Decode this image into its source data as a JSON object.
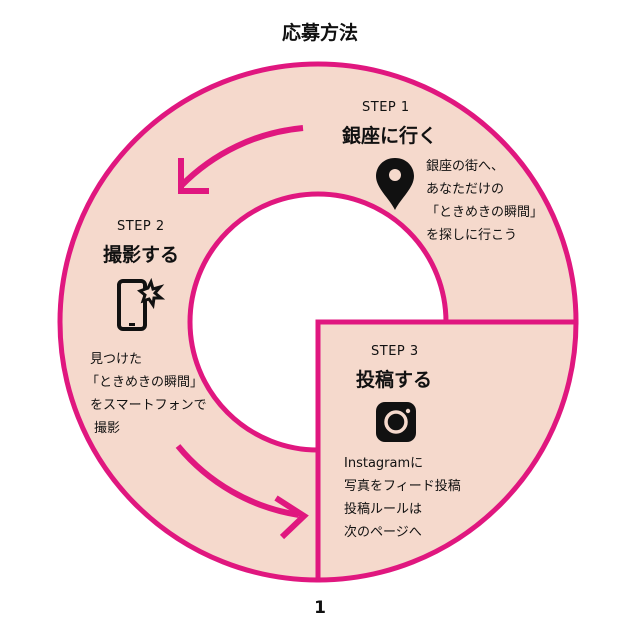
{
  "title": "応募方法",
  "colors": {
    "ring_fill": "#f5d9cc",
    "ring_stroke": "#e0177f",
    "icon": "#111111"
  },
  "steps": [
    {
      "label": "STEP 1",
      "title": "銀座に行く",
      "icon": "location-pin-icon",
      "description": [
        "銀座の街へ、",
        "あなただけの",
        "「ときめきの瞬間」",
        "を探しに行こう"
      ]
    },
    {
      "label": "STEP 2",
      "title": "撮影する",
      "icon": "smartphone-camera-icon",
      "description": [
        "見つけた",
        "「ときめきの瞬間」",
        "をスマートフォンで",
        "撮影"
      ]
    },
    {
      "label": "STEP 3",
      "title": "投稿する",
      "icon": "instagram-icon",
      "description": [
        "Instagramに",
        "写真をフィード投稿",
        "投稿ルールは",
        "次のページへ"
      ]
    }
  ],
  "page_number": "1"
}
